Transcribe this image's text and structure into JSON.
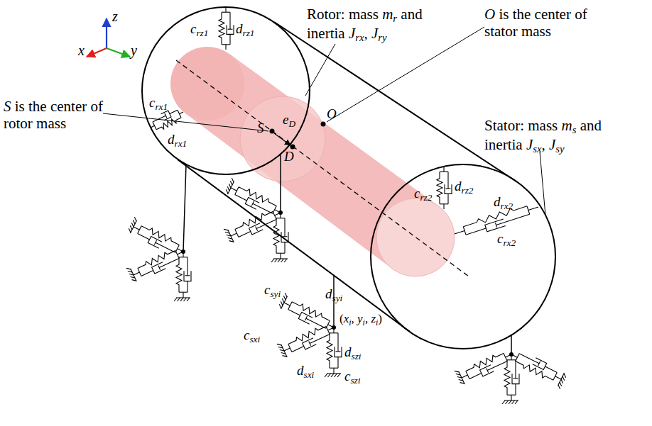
{
  "diagram": {
    "labels": [
      "z",
      "x",
      "y",
      "Rotor: mass mr and inertia Jrx, Jry",
      "O is the center of stator mass",
      "S is the center of rotor mass",
      "Stator: mass ms and inertia Jsx, Jsy",
      "crz1",
      "drz1",
      "crx1",
      "drx1",
      "S",
      "eD",
      "D",
      "O",
      "crz2",
      "drz2",
      "drx2",
      "crx2",
      "dsyi",
      "csyi",
      "(xi, yi, zi)",
      "csxi",
      "dsxi",
      "dszi",
      "cszi"
    ]
  }
}
